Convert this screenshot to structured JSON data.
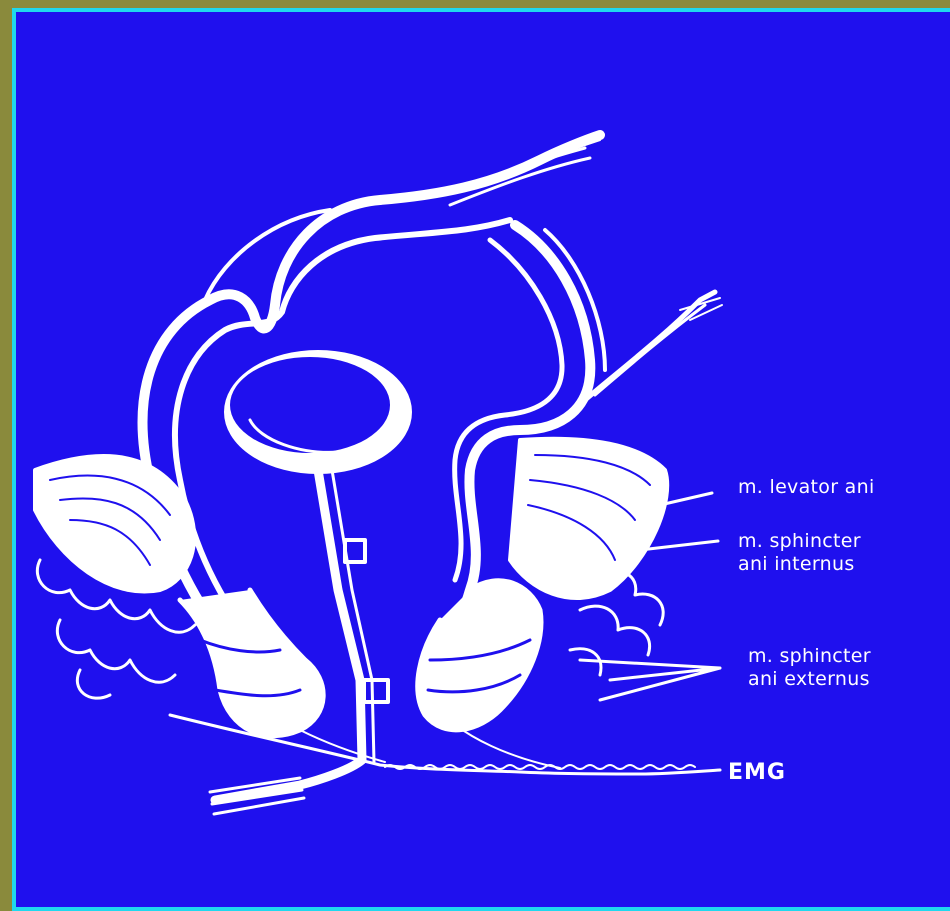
{
  "labels": {
    "levator": "m. levator ani",
    "sphincter_internus_1": "m. sphincter",
    "sphincter_internus_2": "ani internus",
    "sphincter_externus_1": "m. sphincter",
    "sphincter_externus_2": "ani externus",
    "emg": "EMG"
  },
  "colors": {
    "background": "#1f10ee",
    "frame_left": "#8a8a3c",
    "frame_border": "#1fd8ee",
    "drawing": "#ffffff"
  }
}
